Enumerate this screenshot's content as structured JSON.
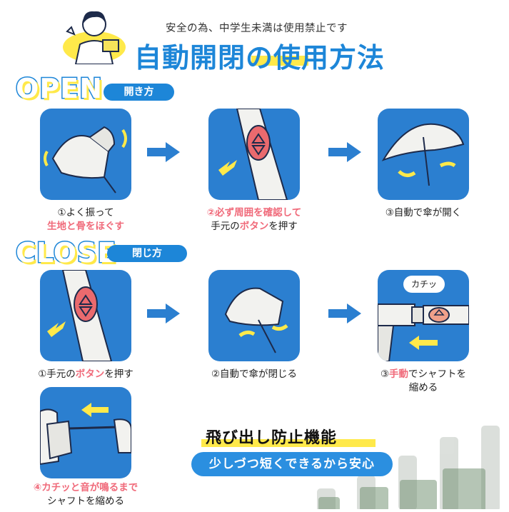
{
  "header": {
    "notice": "安全の為、中学生未満は使用禁止です",
    "title": "自動開閉の使用方法"
  },
  "open_section": {
    "word": "OPEN",
    "label": "開き方",
    "steps": [
      {
        "num": "①",
        "line1": "よく振って",
        "line2_red": "生地と骨をほぐす"
      },
      {
        "num": "②",
        "line1_red": "必ず周囲を確認して",
        "line2_pre": "手元の",
        "line2_red": "ボタン",
        "line2_post": "を押す"
      },
      {
        "num": "③",
        "line1": "自動で傘が開く"
      }
    ]
  },
  "close_section": {
    "word": "CLOSE",
    "label": "閉じ方",
    "steps": [
      {
        "num": "①",
        "pre": "手元の",
        "red": "ボタン",
        "post": "を押す"
      },
      {
        "num": "②",
        "line1": "自動で傘が閉じる"
      },
      {
        "num": "③",
        "red": "手動",
        "post": "でシャフトを",
        "line2": "縮める",
        "bubble": "カチッ"
      },
      {
        "num": "④",
        "red": "カチッと音が鳴るまで",
        "line2": "シャフトを縮める"
      }
    ]
  },
  "feature": {
    "title": "飛び出し防止機能",
    "subtitle": "少しづつ短くできるから安心"
  },
  "colors": {
    "brand_blue": "#1d86d8",
    "panel_blue": "#2b7fd0",
    "accent_yellow": "#ffe94a",
    "accent_red": "#f06a7a"
  }
}
